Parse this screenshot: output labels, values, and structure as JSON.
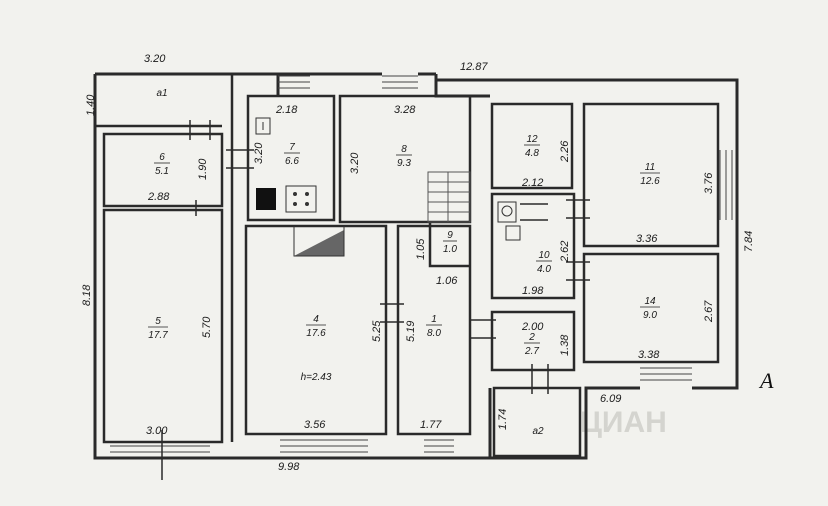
{
  "floor_plan": {
    "section_letter": "A",
    "ceiling_height": "h=2.43",
    "watermark": "ЦИАН",
    "dimensions": {
      "top_left_width": "3.20",
      "top_total_width": "12.87",
      "a1_depth": "1.40",
      "left_total_height": "8.18",
      "bottom_total_width": "9.98",
      "right_total_height": "7.84",
      "right_bottom_width": "6.09",
      "a2_depth": "1.74",
      "r7_width": "2.18",
      "r7_height": "3.20",
      "r8_width": "3.28",
      "r8_height": "3.20",
      "r6_height": "1.90",
      "r6_width": "2.88",
      "r5_height": "5.70",
      "r5_width": "3.00",
      "r4_height": "5.25",
      "r4_width": "3.56",
      "r1_height": "5.19",
      "r1_width": "1.77",
      "r9_height": "1.05",
      "r9_width": "1.06",
      "r12_height": "2.26",
      "r12_width": "2.12",
      "r10_height": "2.62",
      "r10_width": "1.98",
      "r2_width": "2.00",
      "r2_height": "1.38",
      "r11_height": "3.76",
      "r11_width": "3.36",
      "r14_height": "2.67",
      "r14_width": "3.38"
    },
    "rooms": {
      "a1": {
        "num": "a1"
      },
      "a2": {
        "num": "a2"
      },
      "r1": {
        "num": "1",
        "area": "8.0"
      },
      "r2": {
        "num": "2",
        "area": "2.7"
      },
      "r4": {
        "num": "4",
        "area": "17.6"
      },
      "r5": {
        "num": "5",
        "area": "17.7"
      },
      "r6": {
        "num": "6",
        "area": "5.1"
      },
      "r7": {
        "num": "7",
        "area": "6.6"
      },
      "r8": {
        "num": "8",
        "area": "9.3"
      },
      "r9": {
        "num": "9",
        "area": "1.0"
      },
      "r10": {
        "num": "10",
        "area": "4.0"
      },
      "r11": {
        "num": "11",
        "area": "12.6"
      },
      "r12": {
        "num": "12",
        "area": "4.8"
      },
      "r14": {
        "num": "14",
        "area": "9.0"
      }
    }
  }
}
